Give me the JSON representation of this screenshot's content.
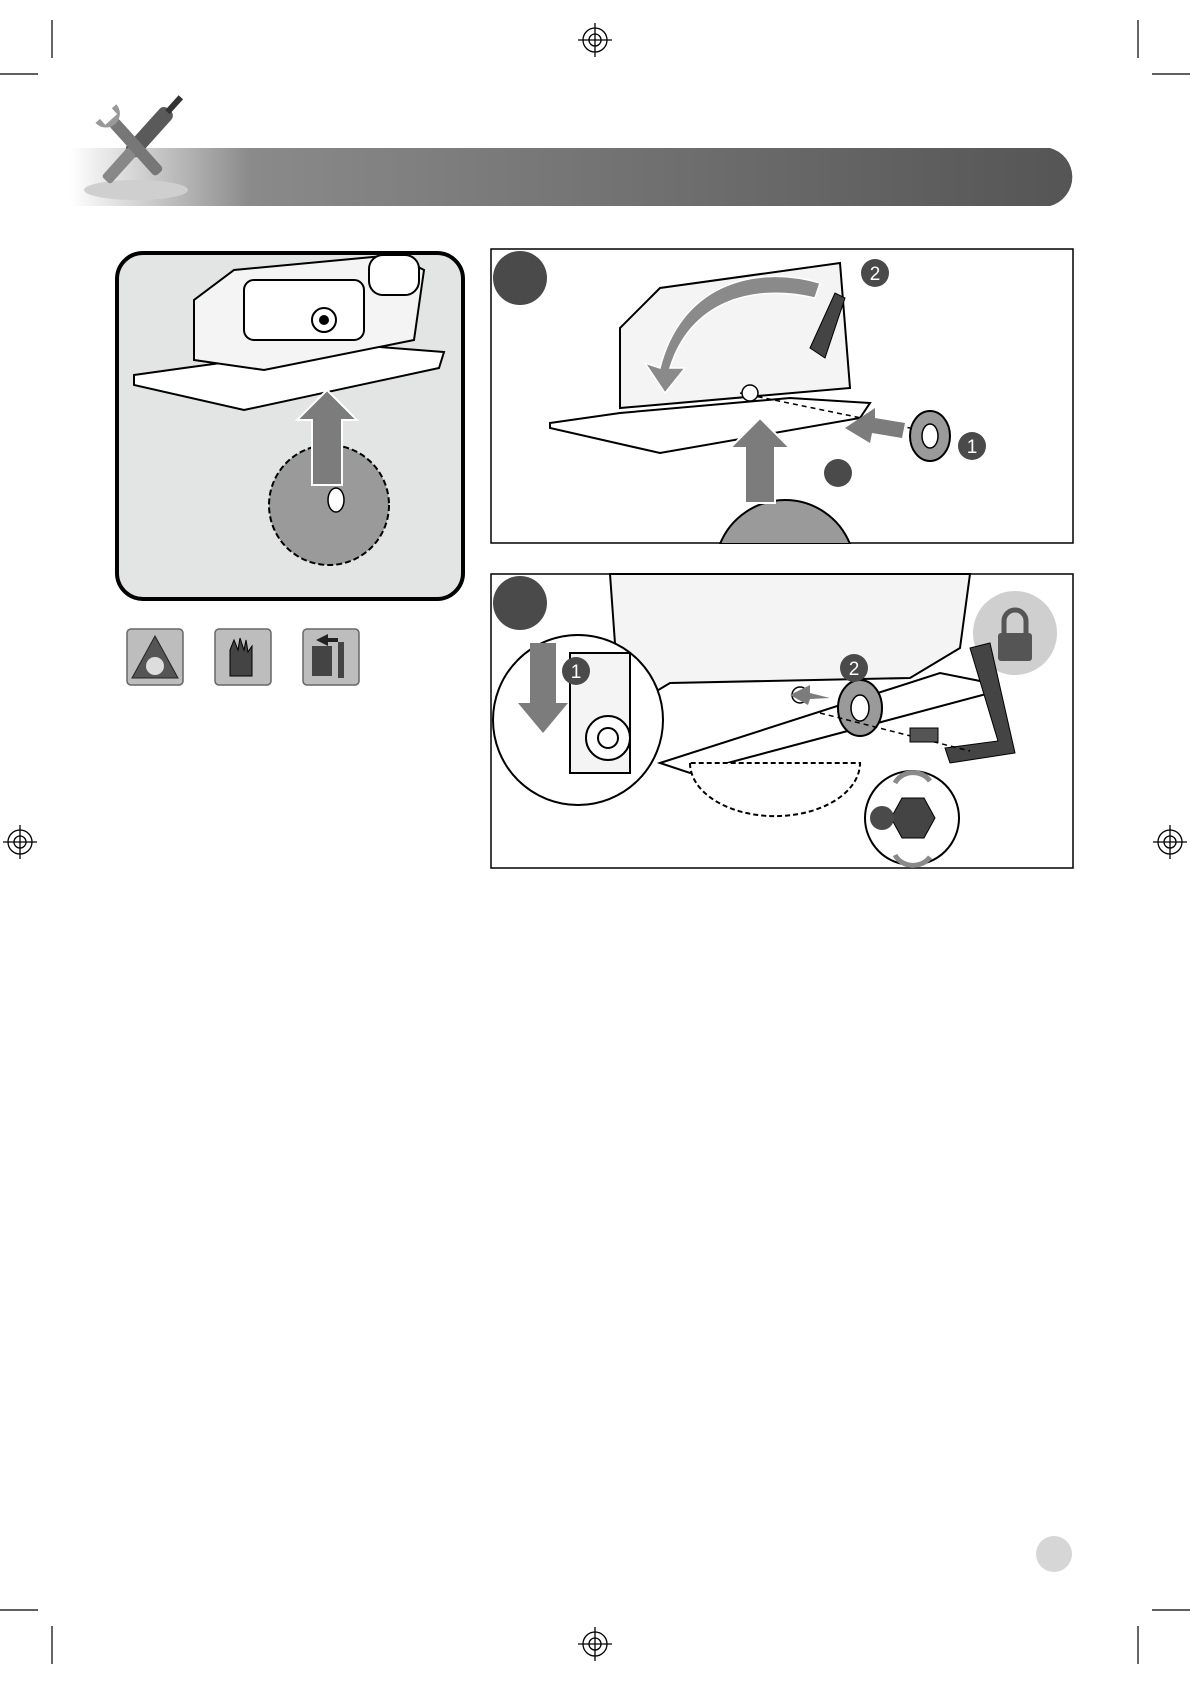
{
  "steps": {
    "fig2": {
      "callout_1": "1",
      "callout_2": "2"
    },
    "fig3": {
      "callout_1": "1",
      "callout_2": "2"
    }
  },
  "icons": {
    "hazard": "warning-blade-icon",
    "gloves": "gloves-icon",
    "unplug": "disconnect-power-icon",
    "lock": "padlock-icon",
    "tool": "screwdriver-wrench-icon"
  },
  "colors": {
    "header_dark": "#555555",
    "panel_bg": "#e2e5e3",
    "badge": "#4a4a4a",
    "arrow": "#7c7c7c"
  }
}
